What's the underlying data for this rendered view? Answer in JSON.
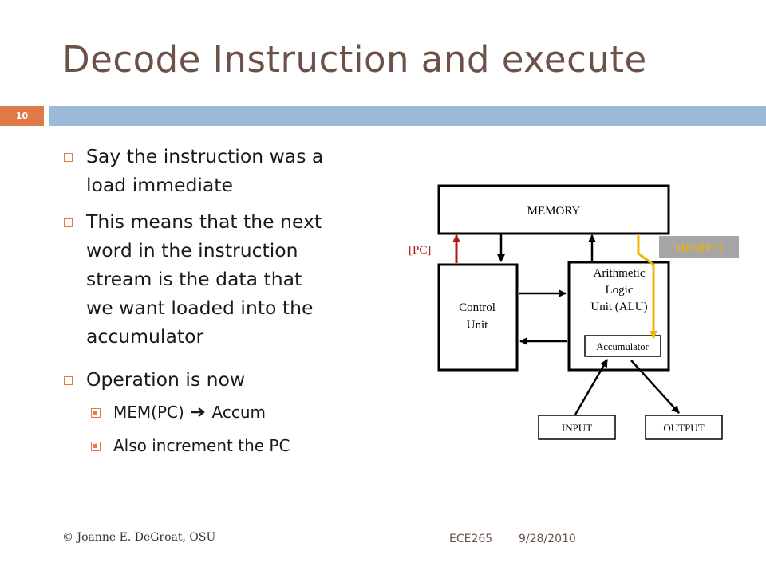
{
  "slide": {
    "title": "Decode Instruction and execute",
    "number": "10"
  },
  "bullets": [
    {
      "text_line1": "Say the instruction was a",
      "text_line2": "load immediate"
    },
    {
      "lines": [
        "This means that the next",
        "word in the instruction",
        "stream is the data that",
        "we want loaded into the",
        "accumulator"
      ]
    },
    {
      "text": "Operation is now",
      "sub": [
        "MEM(PC)",
        "Accum",
        "Also increment the PC"
      ]
    }
  ],
  "diagram": {
    "memory": "MEMORY",
    "control_unit": [
      "Control",
      "Unit"
    ],
    "alu": [
      "Arithmetic",
      "Logic",
      "Unit (ALU)"
    ],
    "accumulator": "Accumulator",
    "input": "INPUT",
    "output": "OUTPUT",
    "pc_label": "[PC]",
    "mem_pc_label": "MEM[PC]",
    "colors": {
      "pc_arrow": "#b01818",
      "mem_pc_arrow": "#f0b400",
      "mem_pc_box": "#a6a6a6"
    }
  },
  "footer": {
    "copyright": "© Joanne E. DeGroat, OSU",
    "course": "ECE265",
    "date": "9/28/2010"
  }
}
